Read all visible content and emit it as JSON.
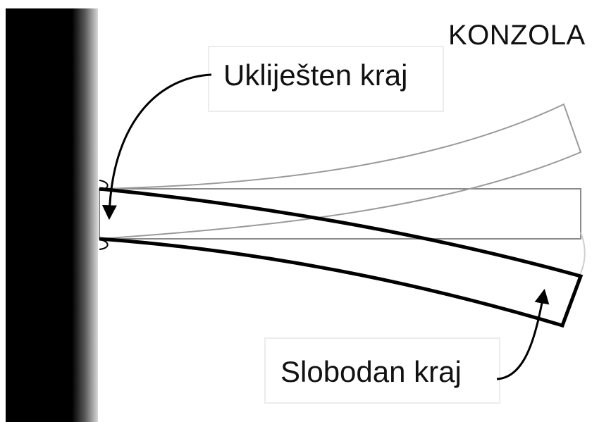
{
  "title": "KONZOLA",
  "labels": {
    "fixed_end": "Ukliješten kraj",
    "free_end": "Slobodan kraj"
  },
  "colors": {
    "wall": "#000000",
    "beam_deflected": "#000000",
    "beam_neutral": "#8a8a8a",
    "beam_upward": "#9a9a9a",
    "label_box": "#e8e8e8",
    "background": "#ffffff"
  },
  "icons": {
    "fixed_end_arrow": "curved-arrow-icon",
    "free_end_arrow": "curved-arrow-icon"
  }
}
